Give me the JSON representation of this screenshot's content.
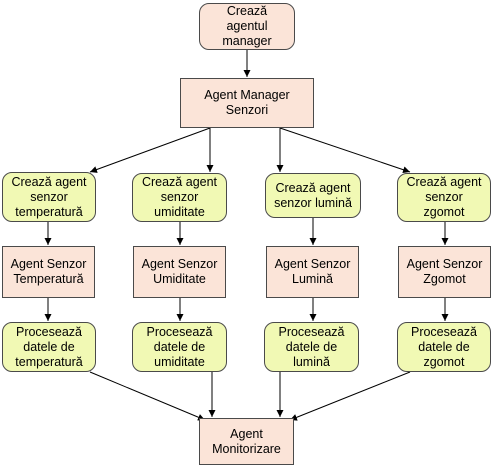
{
  "colors": {
    "peach": "#fbe4d8",
    "yellow_green": "#f1f9b4",
    "border": "#4a4a4a",
    "arrow": "#000000"
  },
  "nodes": {
    "create_manager": "Crează\nagentul\nmanager",
    "manager": "Agent Manager\nSenzori",
    "create_temp": "Crează agent\nsenzor\ntemperatură",
    "create_hum": "Crează agent\nsenzor\numiditate",
    "create_light": "Crează agent\nsenzor lumină",
    "create_noise": "Crează agent\nsenzor\nzgomot",
    "sensor_temp": "Agent Senzor\nTemperatură",
    "sensor_hum": "Agent Senzor\nUmiditate",
    "sensor_light": "Agent Senzor\nLumină",
    "sensor_noise": "Agent Senzor\nZgomot",
    "process_temp": "Procesează\ndatele de\ntemperatură",
    "process_hum": "Procesează\ndatele de\numiditate",
    "process_light": "Procesează\ndatele de\nlumină",
    "process_noise": "Procesează\ndatele de\nzgomot",
    "monitor": "Agent\nMonitorizare"
  }
}
